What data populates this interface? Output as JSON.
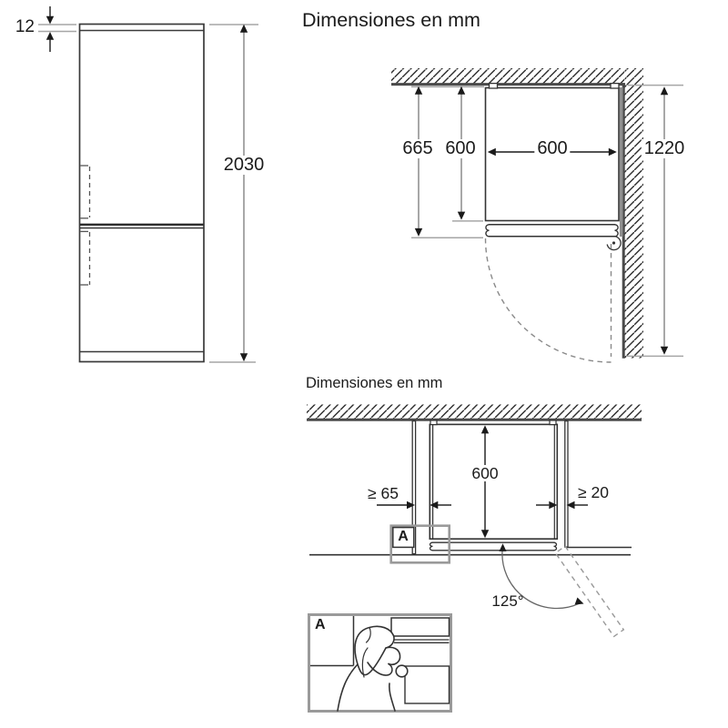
{
  "front_view": {
    "top_gap_mm": "12",
    "height_mm": "2030"
  },
  "niche_view": {
    "title": "Dimensiones en mm",
    "depth_with_door_mm": "665",
    "depth_body_mm": "600",
    "width_mm": "600",
    "wall_side_mm": "1220"
  },
  "clearance_view": {
    "title": "Dimensiones en mm",
    "depth_mm": "600",
    "left_clearance_mm": "≥ 65",
    "right_clearance_mm": "≥ 20",
    "door_opening_angle": "125°",
    "detail_marker": "A"
  },
  "detail_inset": {
    "label": "A"
  },
  "colors": {
    "line": "#333333",
    "wall": "#4a4a4a",
    "hatch": "#2e2e2e",
    "dimension": "#8c8c8c",
    "extension": "#a6a6a6",
    "arrow": "#1a1a1a",
    "detail_frame": "#9a9a9a",
    "background": "#ffffff"
  }
}
